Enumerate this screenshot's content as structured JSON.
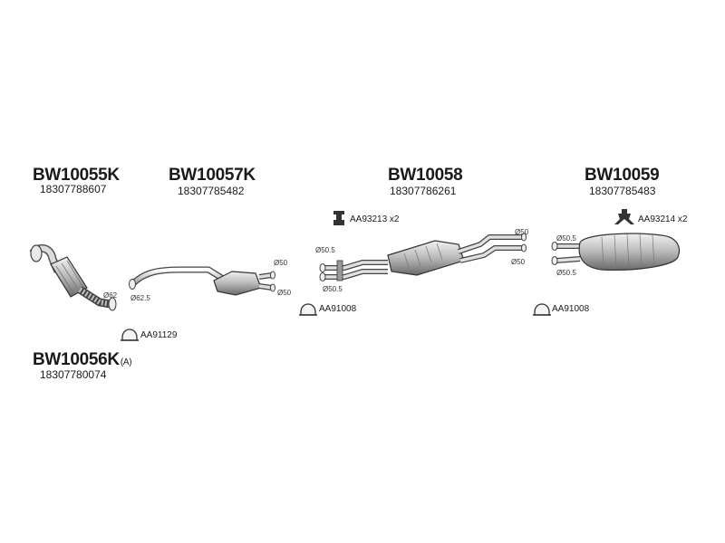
{
  "parts": {
    "bw10055k": {
      "code": "BW10055K",
      "number": "18307788607",
      "dia": "Ø62"
    },
    "bw10057k": {
      "code": "BW10057K",
      "number": "18307785482",
      "dia_in": "Ø62.5",
      "dia_out1": "Ø50",
      "dia_out2": "Ø50"
    },
    "bw10058": {
      "code": "BW10058",
      "number": "18307786261",
      "dia_in1": "Ø50.5",
      "dia_in2": "Ø50.5",
      "dia_out1": "Ø50",
      "dia_out2": "Ø50"
    },
    "bw10059": {
      "code": "BW10059",
      "number": "18307785483",
      "dia_in1": "Ø50.5",
      "dia_in2": "Ø50.5"
    },
    "bw10056k": {
      "code": "BW10056K",
      "suffix": "(A)",
      "number": "18307780074"
    }
  },
  "accessories": {
    "clamp_a": "AA91129",
    "clamp_b": "AA91008",
    "clamp_c": "AA91008",
    "mount_a": "AA93213 x2",
    "mount_b": "AA93214 x2"
  }
}
